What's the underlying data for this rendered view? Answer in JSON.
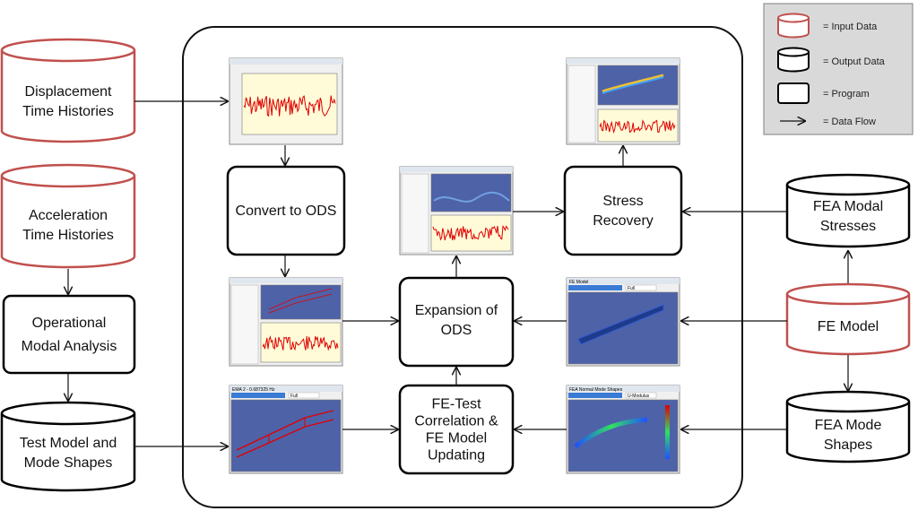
{
  "sources": {
    "displacement": "Displacement\nTime Histories",
    "acceleration": "Acceleration\nTime Histories",
    "test_model": "Test Model and\nMode Shapes",
    "fea_stresses": "FEA Modal\nStresses",
    "fe_model": "FE Model",
    "fea_modes": "FEA Mode\nShapes"
  },
  "programs": {
    "oma": "Operational\nModal Analysis",
    "convert": "Convert to ODS",
    "expansion": "Expansion of\nODS",
    "stress": "Stress\nRecovery",
    "correlation": "FE-Test\nCorrelation &\nFE Model\nUpdating"
  },
  "legend": {
    "input": "= Input Data",
    "output": "= Output Data",
    "program": "= Program",
    "flow": "= Data Flow"
  },
  "colors": {
    "input_stroke": "#c0504d",
    "output_stroke": "#000000",
    "legend_bg": "#d9d9d9",
    "signal": "#e00000",
    "model_bg": "#4e62a8"
  },
  "screenshots": {
    "expansion_top_title": "Expansion",
    "fe_model_title": "FE Model",
    "fe_model_field": "Full",
    "ema_title": "EMA 2 - 0.687325 Hz",
    "ema_field": "Full",
    "fea_title": "FEA Normal Mode Shapes",
    "fea_field": "U-Modulus"
  }
}
